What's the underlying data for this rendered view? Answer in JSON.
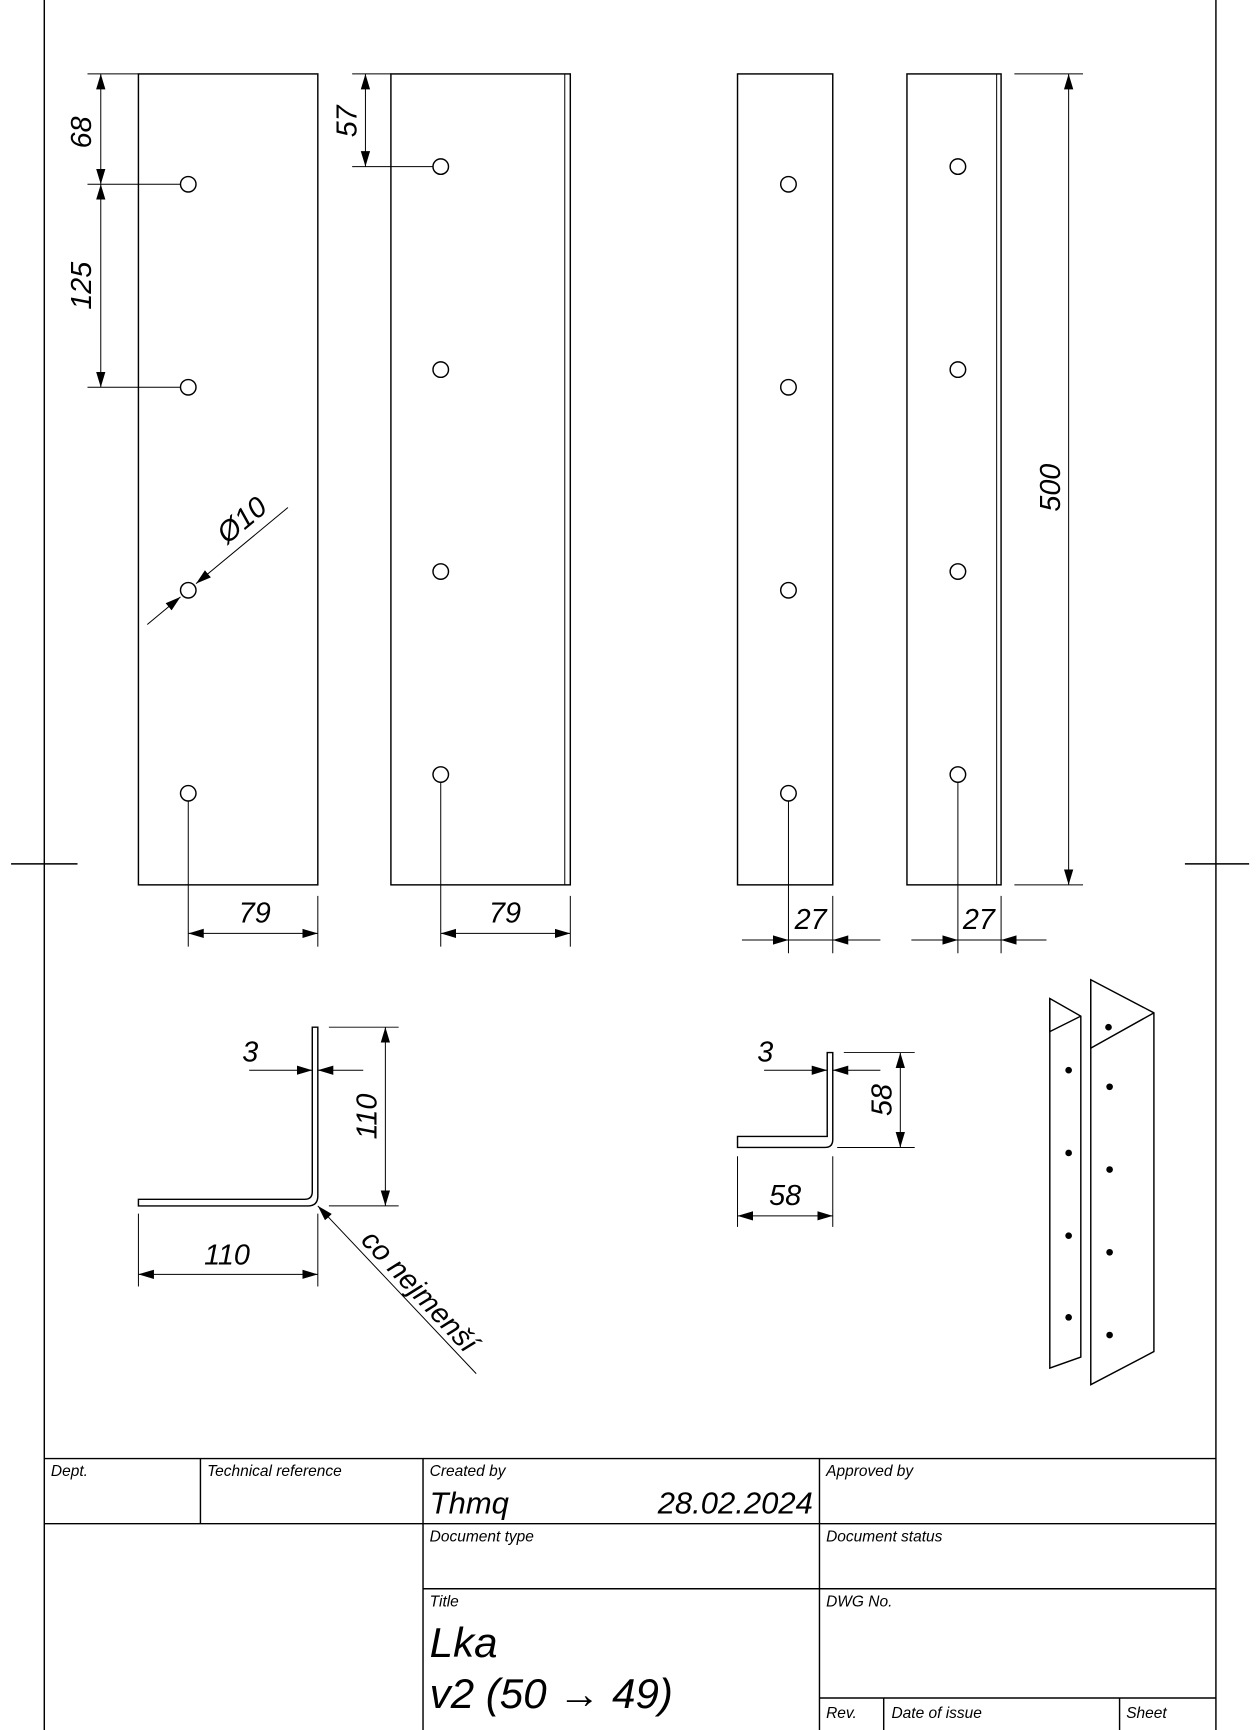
{
  "dimensions": {
    "d68": "68",
    "d125": "125",
    "d57": "57",
    "dia": "Ø10",
    "w79a": "79",
    "w79b": "79",
    "w27a": "27",
    "w27b": "27",
    "h500": "500",
    "t3a": "3",
    "h110": "110",
    "w110": "110",
    "note": "co nejmenší",
    "t3b": "3",
    "h58": "58",
    "w58": "58"
  },
  "title_block": {
    "dept_label": "Dept.",
    "tech_ref_label": "Technical reference",
    "created_by_label": "Created by",
    "created_by": "Thmq",
    "date": "28.02.2024",
    "approved_by_label": "Approved by",
    "doc_type_label": "Document type",
    "doc_status_label": "Document status",
    "title_label": "Title",
    "title_line1": "Lka",
    "title_line2": "v2 (50 → 49)",
    "dwg_label": "DWG No.",
    "rev_label": "Rev.",
    "date_issue_label": "Date of issue",
    "sheet_label": "Sheet"
  }
}
